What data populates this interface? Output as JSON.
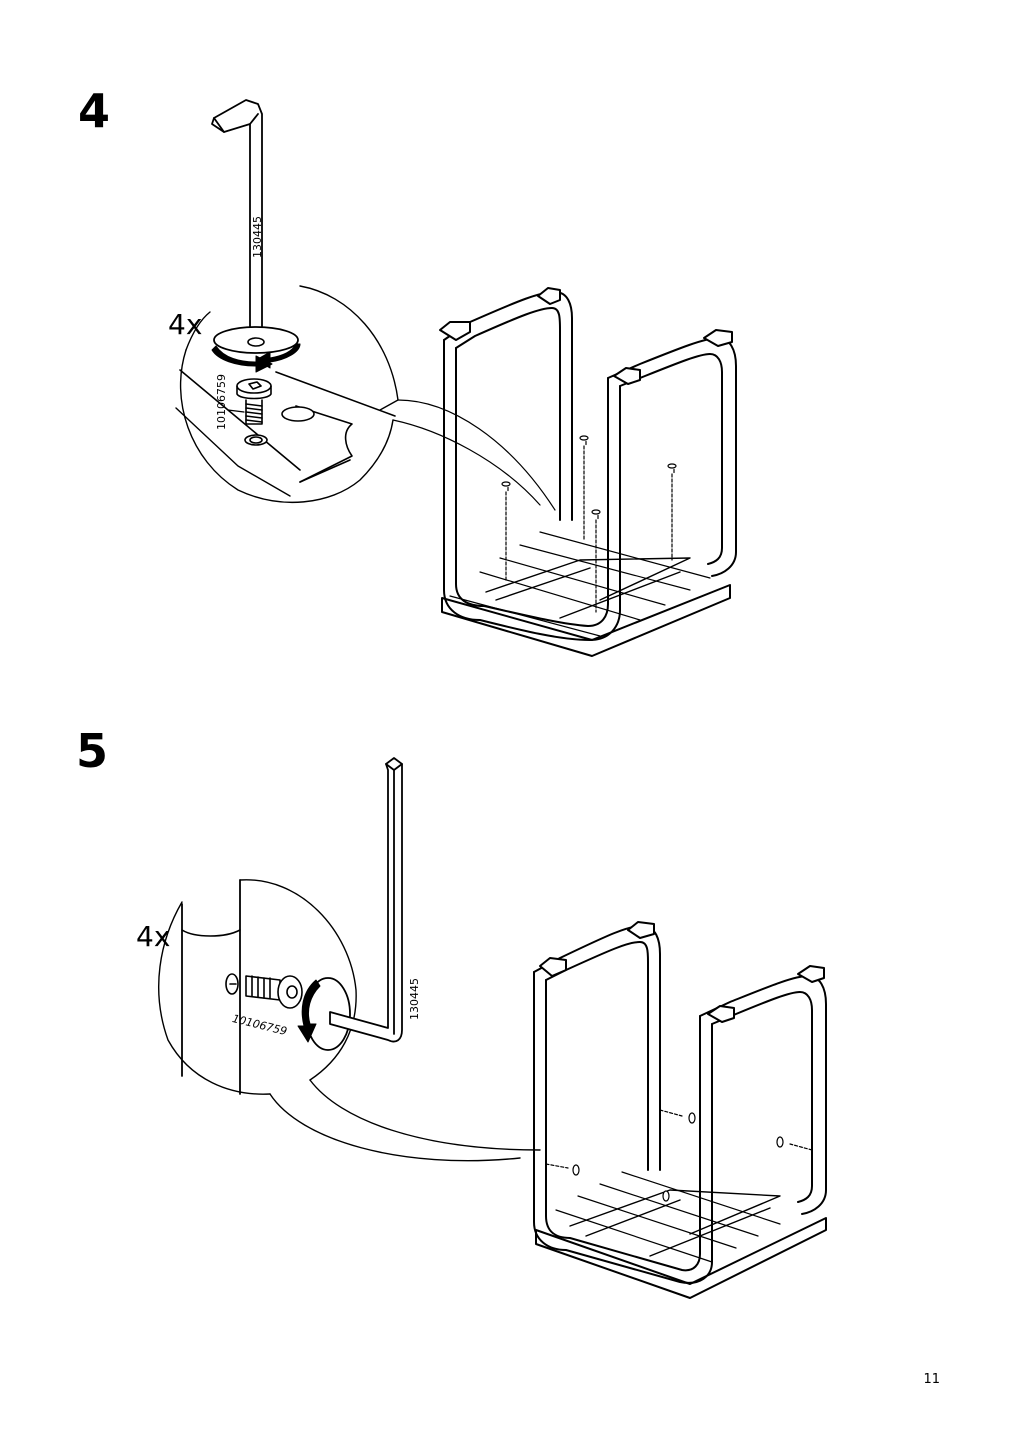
{
  "page": {
    "number": "11"
  },
  "steps": [
    {
      "number": "4",
      "quantity": "4x",
      "tool_part": "130445",
      "screw_part": "10106759",
      "icons": [
        "allen-key-icon",
        "tighten-arrow-icon",
        "bolt-icon"
      ]
    },
    {
      "number": "5",
      "quantity": "4x",
      "tool_part": "130445",
      "screw_part": "10106759",
      "icons": [
        "allen-key-icon",
        "tighten-arrow-icon",
        "bolt-icon"
      ]
    }
  ]
}
